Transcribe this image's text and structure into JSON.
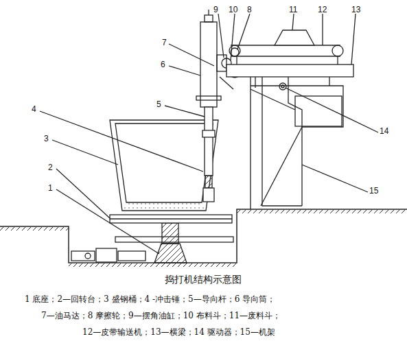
{
  "diagram": {
    "caption": "捣打机结构示意图",
    "labels": [
      "7",
      "9",
      "10",
      "8",
      "11",
      "12",
      "13",
      "6",
      "5",
      "4",
      "3",
      "2",
      "1",
      "14",
      "15",
      "1  底座；2—回转台；3  盛钢桶；4 -冲击锤；5—导向杆；6  导向筒；",
      "7—油马达；8  摩擦轮；9—摆角油缸；10  布料斗；11—废料斗；",
      "12—皮带输送机；13—横梁；14  驱动器；15—机架"
    ]
  }
}
